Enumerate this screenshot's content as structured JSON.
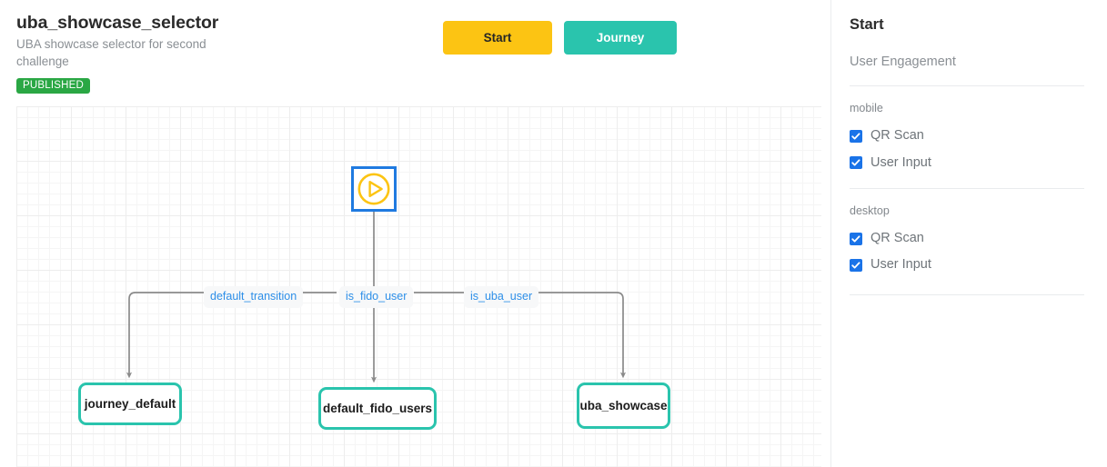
{
  "header": {
    "title": "uba_showcase_selector",
    "subtitle": "UBA showcase selector for second challenge",
    "status_badge": "PUBLISHED",
    "badge_color": "#2aa744"
  },
  "toolbar": {
    "start_label": "Start",
    "journey_label": "Journey",
    "start_color": "#fcc413",
    "journey_color": "#2ac4ad"
  },
  "canvas": {
    "start_node": {
      "icon": "play-icon",
      "border_color": "#1f7ae0",
      "icon_color": "#fcc413"
    },
    "edge_labels": [
      {
        "text": "default_transition"
      },
      {
        "text": "is_fido_user"
      },
      {
        "text": "is_uba_user"
      }
    ],
    "nodes": [
      {
        "label": "journey_default"
      },
      {
        "label": "default_fido_users"
      },
      {
        "label": "uba_showcase"
      }
    ],
    "node_border_color": "#2ac4ad",
    "edge_color": "#8a8a8a",
    "edge_label_color": "#2d8fe8"
  },
  "sidebar": {
    "title": "Start",
    "subtitle": "User Engagement",
    "checkbox_color": "#1a73e8",
    "groups": [
      {
        "label": "mobile",
        "items": [
          {
            "label": "QR Scan",
            "checked": true
          },
          {
            "label": "User Input",
            "checked": true
          }
        ]
      },
      {
        "label": "desktop",
        "items": [
          {
            "label": "QR Scan",
            "checked": true
          },
          {
            "label": "User Input",
            "checked": true
          }
        ]
      }
    ]
  }
}
